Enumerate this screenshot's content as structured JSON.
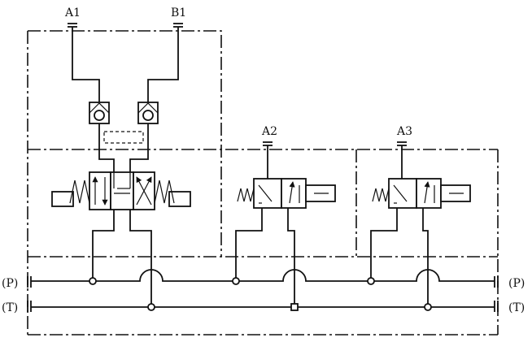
{
  "ports": {
    "a1": "A1",
    "b1": "B1",
    "a2": "A2",
    "a3": "A3",
    "p_left": "(P)",
    "t_left": "(T)",
    "p_right": "(P)",
    "t_right": "(T)"
  }
}
